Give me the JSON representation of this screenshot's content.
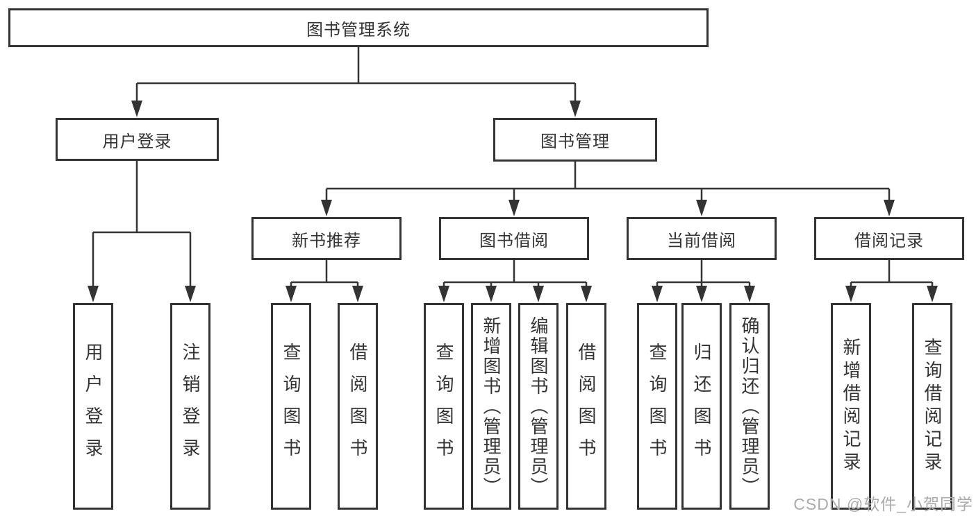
{
  "watermark": "CSDN @软件_小贺同学",
  "colors": {
    "line": "#333333",
    "text": "#333333",
    "background": "#ffffff",
    "watermark": "#ababab"
  },
  "tree": {
    "root": "图书管理系统",
    "branches": [
      {
        "label": "用户登录",
        "children": [
          "用户登录",
          "注销登录"
        ]
      },
      {
        "label": "图书管理",
        "sections": [
          {
            "label": "新书推荐",
            "children": [
              "查询图书",
              "借阅图书"
            ]
          },
          {
            "label": "图书借阅",
            "children": [
              "查询图书",
              "新增图书（管理员）",
              "编辑图书（管理员）",
              "借阅图书"
            ]
          },
          {
            "label": "当前借阅",
            "children": [
              "查询图书",
              "归还图书",
              "确认归还（管理员）"
            ]
          },
          {
            "label": "借阅记录",
            "children": [
              "新增借阅记录",
              "查询借阅记录"
            ]
          }
        ]
      }
    ]
  }
}
